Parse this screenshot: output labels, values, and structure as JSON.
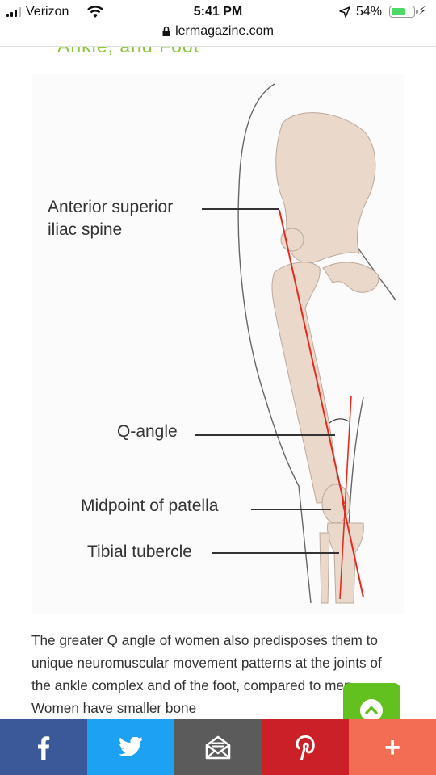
{
  "status_bar": {
    "carrier": "Verizon",
    "time": "5:41 PM",
    "battery_percent": "54%",
    "battery_level": 0.54,
    "icons": [
      "signal-bars-icon",
      "wifi-icon",
      "location-arrow-icon",
      "battery-icon",
      "charging-bolt-icon"
    ]
  },
  "browser": {
    "url": "lermagazine.com",
    "lock_icon": "lock-icon"
  },
  "page": {
    "heading_fragment": "Ankle, and Foot"
  },
  "figure": {
    "labels": {
      "asis_line1": "Anterior superior",
      "asis_line2": "iliac spine",
      "q_angle": "Q-angle",
      "patella": "Midpoint of patella",
      "tubercle": "Tibial tubercle"
    },
    "colors": {
      "bone": "#ead9cb",
      "line": "#e8291f",
      "outline": "#555555"
    }
  },
  "article": {
    "text": "The greater Q angle of women also predisposes them to unique neuromuscular movement patterns at the joints of the ankle complex and of the foot, compared to men. Women have smaller bone"
  },
  "scroll_top": {
    "icon": "chevron-up-icon",
    "color": "#62c11f"
  },
  "share_bar": {
    "buttons": [
      {
        "name": "facebook",
        "icon": "facebook-icon",
        "color": "#3b5998"
      },
      {
        "name": "twitter",
        "icon": "twitter-bird-icon",
        "color": "#1da1f2"
      },
      {
        "name": "email",
        "icon": "email-icon",
        "color": "#5b5b5b"
      },
      {
        "name": "pinterest",
        "icon": "pinterest-icon",
        "color": "#cb2027"
      },
      {
        "name": "more",
        "label": "+",
        "color": "#f36d55"
      }
    ]
  }
}
